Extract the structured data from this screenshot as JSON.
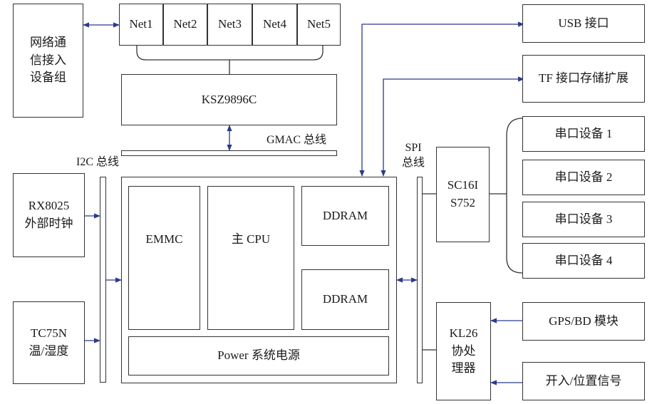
{
  "blocks": {
    "network_group": "网络通\n信接入\n设备组",
    "net1": "Net1",
    "net2": "Net2",
    "net3": "Net3",
    "net4": "Net4",
    "net5": "Net5",
    "switch_chip": "KSZ9896C",
    "usb": "USB 接口",
    "tf": "TF 接口存储扩展",
    "serial1": "串口设备 1",
    "serial2": "串口设备 2",
    "serial3": "串口设备 3",
    "serial4": "串口设备 4",
    "rtc": "RX8025\n外部时钟",
    "temp": "TC75N\n温/湿度",
    "emmc": "EMMC",
    "cpu": "主 CPU",
    "ddram1": "DDRAM",
    "ddram2": "DDRAM",
    "power": "Power 系统电源",
    "uart_chip": "SC16I\nS752",
    "coproc": "KL26\n协处\n理器",
    "gps": "GPS/BD 模块",
    "io": "开入/位置信号"
  },
  "buses": {
    "gmac": "GMAC 总线",
    "i2c": "I2C 总线",
    "spi": "SPI\n总线"
  },
  "colors": {
    "line": "#333333",
    "arrow": "#2b3a8c"
  }
}
